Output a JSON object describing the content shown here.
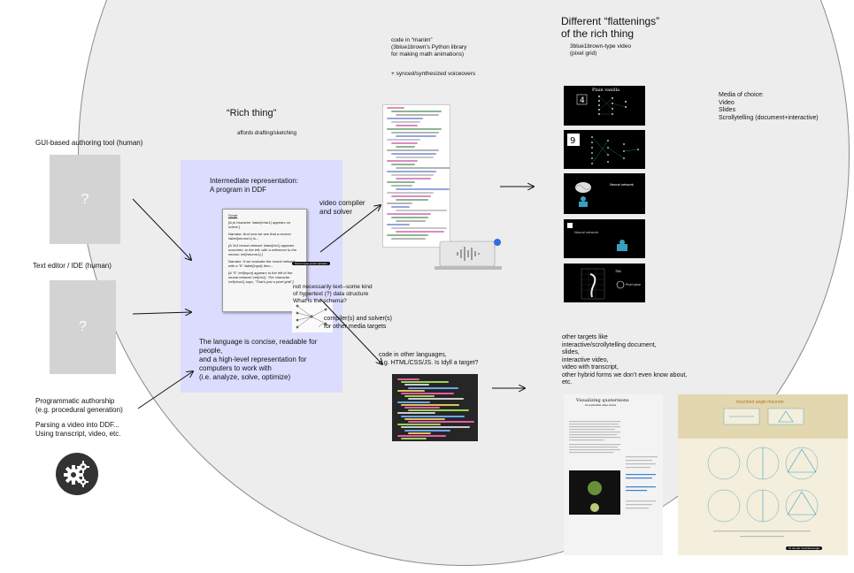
{
  "title": "Different “flattenings”\nof the rich thing",
  "rich_thing": {
    "heading": "“Rich thing”",
    "sub": "affords drafting/sketching"
  },
  "authoring": {
    "gui_label": "GUI-based authoring tool (human)",
    "editor_label": "Text editor / IDE (human)",
    "placeholder_mark": "?",
    "programmatic": "Programmatic authorship\n(e.g. procedural generation)",
    "parsing": "Parsing a video into DDF...\nUsing transcript, video, etc.",
    "gear_icon": "gears-icon"
  },
  "ir": {
    "heading": "Intermediate representation:\nA program in  DDF",
    "description": "The language is concise, readable for\npeople,\nand a high-level representation for\ncomputers to work with\n(i.e. analyze, solve, optimize)",
    "script": {
      "title": "Script",
      "lines": [
        "[A pi character \\label{char1} appears on scene.]",
        "Narrator: And now we see that a neuron \\label{neuron1} is...",
        "[A 3x3 neural network \\label{nn1} appears onscreen, to the left, with a reference to the neuron \\ref{neuron1}.]",
        "Narrator: If we evaluate the neural network with a \"5\" \\label{input} then...",
        "[A \"5\" \\ref{input} appears to the left of the neural network \\ref{nn1}. The character \\ref{char1} says, \"That's just a pixel grid!\"]"
      ]
    },
    "hypertext_note": "not necessarily text--some kind\nof hypertext (?) data structure\nWhat is the schema?"
  },
  "manim": {
    "heading": "code in “manim”\n(3blue1brown's Python library\nfor making math animations)",
    "voiceover": "+ synced/synthesized voiceovers",
    "compiler": "video compiler\nand solver",
    "pill": "Sound open-world narration"
  },
  "video_target": {
    "label": "3blue1brown-type video\n(pixel grid)",
    "frame1_title": "Plain vanilla",
    "frame3_label": "Neural network",
    "frame4_text": "Neural network",
    "frame5_caption": "784",
    "frame5_side": "Pixel value"
  },
  "other": {
    "compilers": "compiler(s) and solver(s)\nfor other media targets",
    "code_other": "code in other languages,\ne.g. HTML/CSS/JS. Is Idyll a target?",
    "targets": "other targets like\ninteractive/scrollytelling document,\nslides,\ninteractive video,\nvideo with transcript,\nother hybrid forms we don’t even know about,\netc.",
    "doc_title": "Visualizing quaternions",
    "doc_sub": "An explorable video series",
    "doc2_title": "Inscribed angle theorem",
    "doc2_tag": "To the left: Inscribed angle"
  },
  "media": {
    "text": "Media of choice:\nVideo\nSlides\nScrollytelling (document+interactive)"
  },
  "colors": {
    "ir_fill": "#dcdcff",
    "circle_fill": "#ededed",
    "accent_code": "#c02c8e"
  }
}
